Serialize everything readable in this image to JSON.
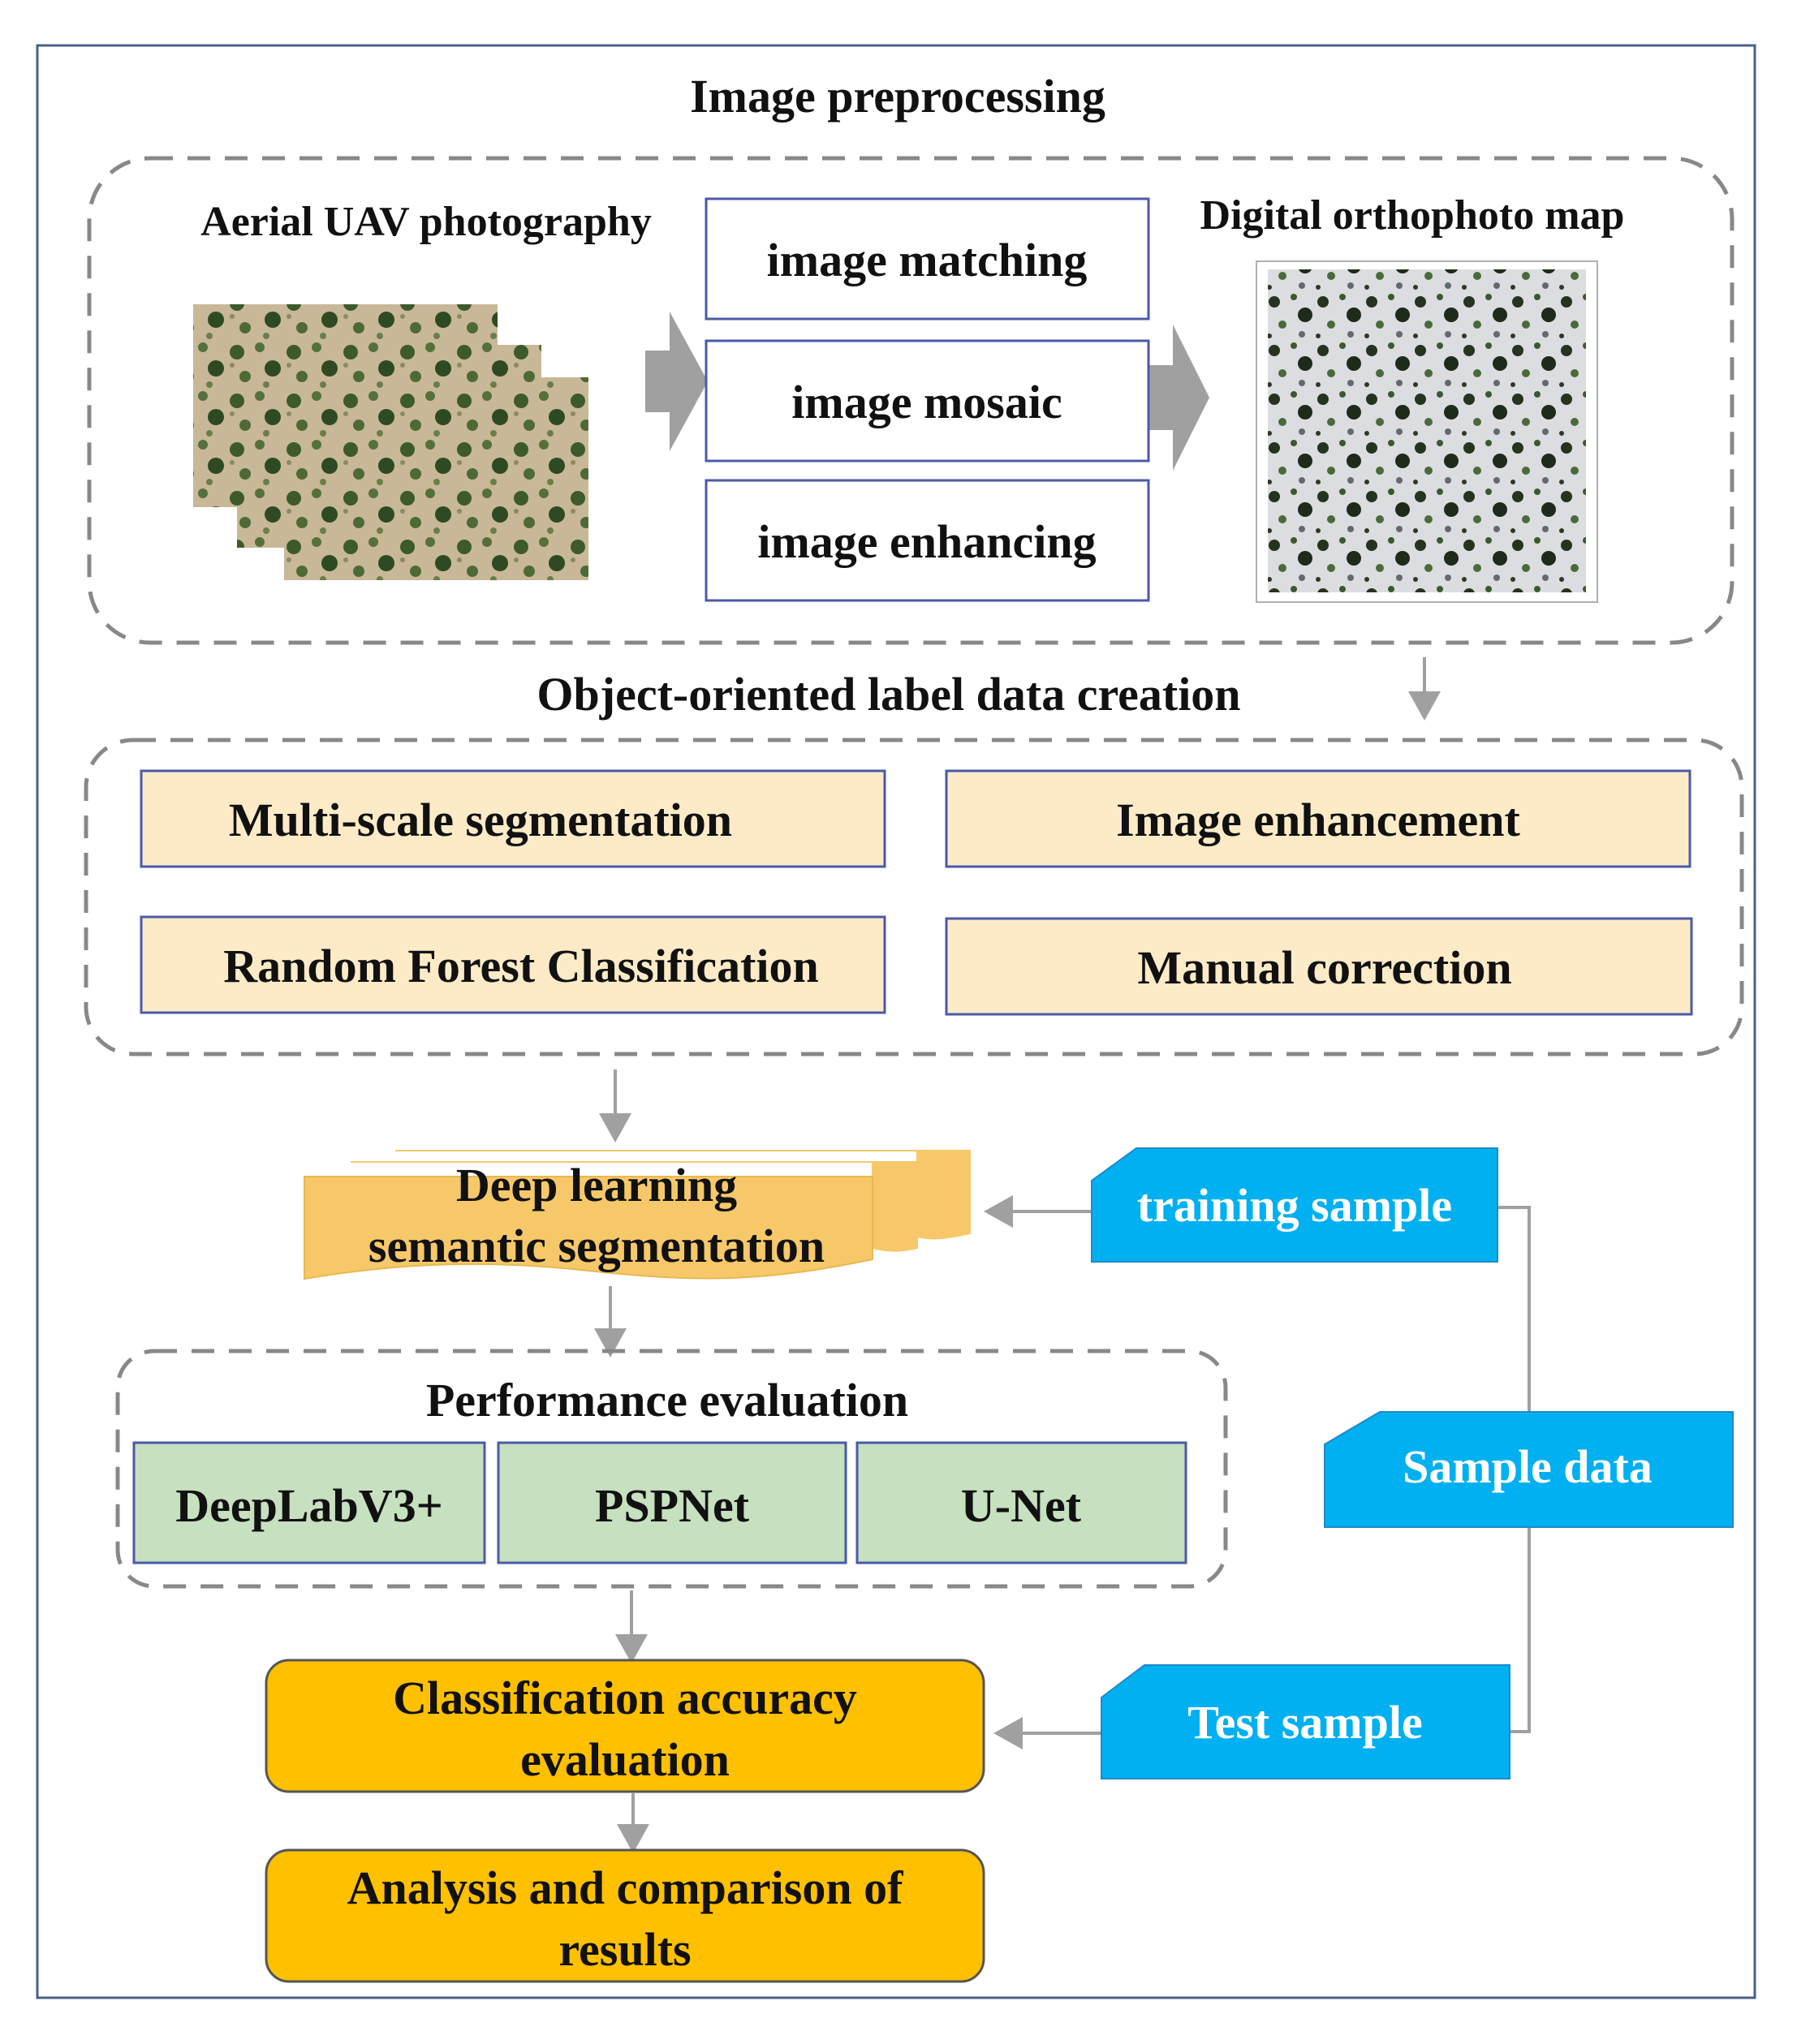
{
  "sections": {
    "preprocessing": "Image preprocessing",
    "label_creation": "Object-oriented label data creation",
    "performance": "Performance evaluation"
  },
  "preprocessing": {
    "uav_label": "Aerial UAV photography",
    "dom_label": "Digital orthophoto map",
    "steps": [
      "image matching",
      "image mosaic",
      "image enhancing"
    ]
  },
  "label_steps": [
    "Multi-scale segmentation",
    "Image enhancement",
    "Random Forest Classification",
    "Manual correction"
  ],
  "deep_learning": [
    "Deep learning",
    "semantic segmentation"
  ],
  "models": [
    "DeepLabV3+",
    "PSPNet",
    "U-Net"
  ],
  "classification": [
    "Classification accuracy",
    "evaluation"
  ],
  "analysis": [
    "Analysis and comparison of",
    "results"
  ],
  "samples": {
    "training": "training sample",
    "data": "Sample data",
    "test": "Test sample"
  },
  "colors": {
    "frame": "#4a5f8a",
    "dashed": "#888888",
    "step_border": "#4a5aa8",
    "label_fill": "#fdebc8",
    "model_fill": "#c7e0bf",
    "orange_fill": "#ffc000",
    "doc_fill": "#f7c86a",
    "sample_fill": "#00b0f0",
    "arrow": "#a0a0a0"
  }
}
